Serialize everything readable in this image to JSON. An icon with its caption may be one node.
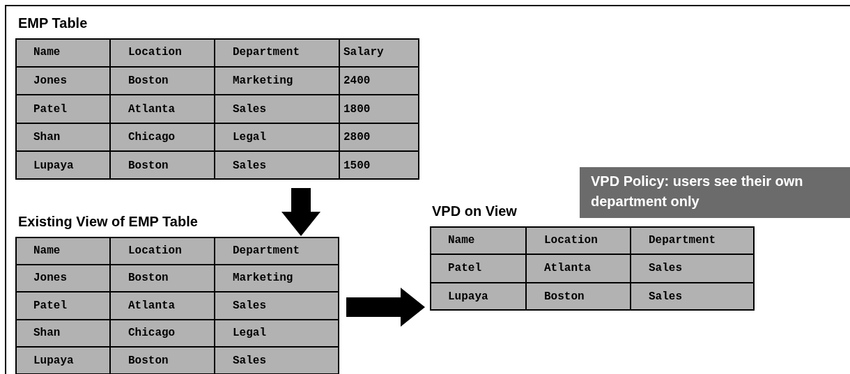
{
  "diagram": {
    "nodes": [
      {
        "text": [
          "EMP Table"
        ]
      },
      {
        "text": [
          "Existing View of EMP Table"
        ]
      },
      {
        "text": [
          "VPD on View"
        ]
      },
      {
        "text": [
          "VPD Policy: users see their own department only"
        ]
      }
    ],
    "edges": [
      {
        "from": 0,
        "to": 1,
        "arrow": "to",
        "style": "thick"
      },
      {
        "from": 1,
        "to": 2,
        "arrow": "to",
        "style": "thick"
      }
    ],
    "labels": [
      "Name",
      "Location",
      "Department",
      "Salary",
      "Jones",
      "Boston",
      "Marketing",
      "2400",
      "Patel",
      "Atlanta",
      "Sales",
      "1800",
      "Shan",
      "Chicago",
      "Legal",
      "2800",
      "Lupaya",
      "Boston",
      "Sales",
      "1500",
      "Name",
      "Location",
      "Department",
      "Jones",
      "Boston",
      "Marketing",
      "Patel",
      "Atlanta",
      "Sales",
      "Shan",
      "Chicago",
      "Legal",
      "Lupaya",
      "Boston",
      "Sales",
      "Name",
      "Location",
      "Department",
      "Patel",
      "Atlanta",
      "Sales",
      "Lupaya",
      "Boston",
      "Sales"
    ]
  }
}
